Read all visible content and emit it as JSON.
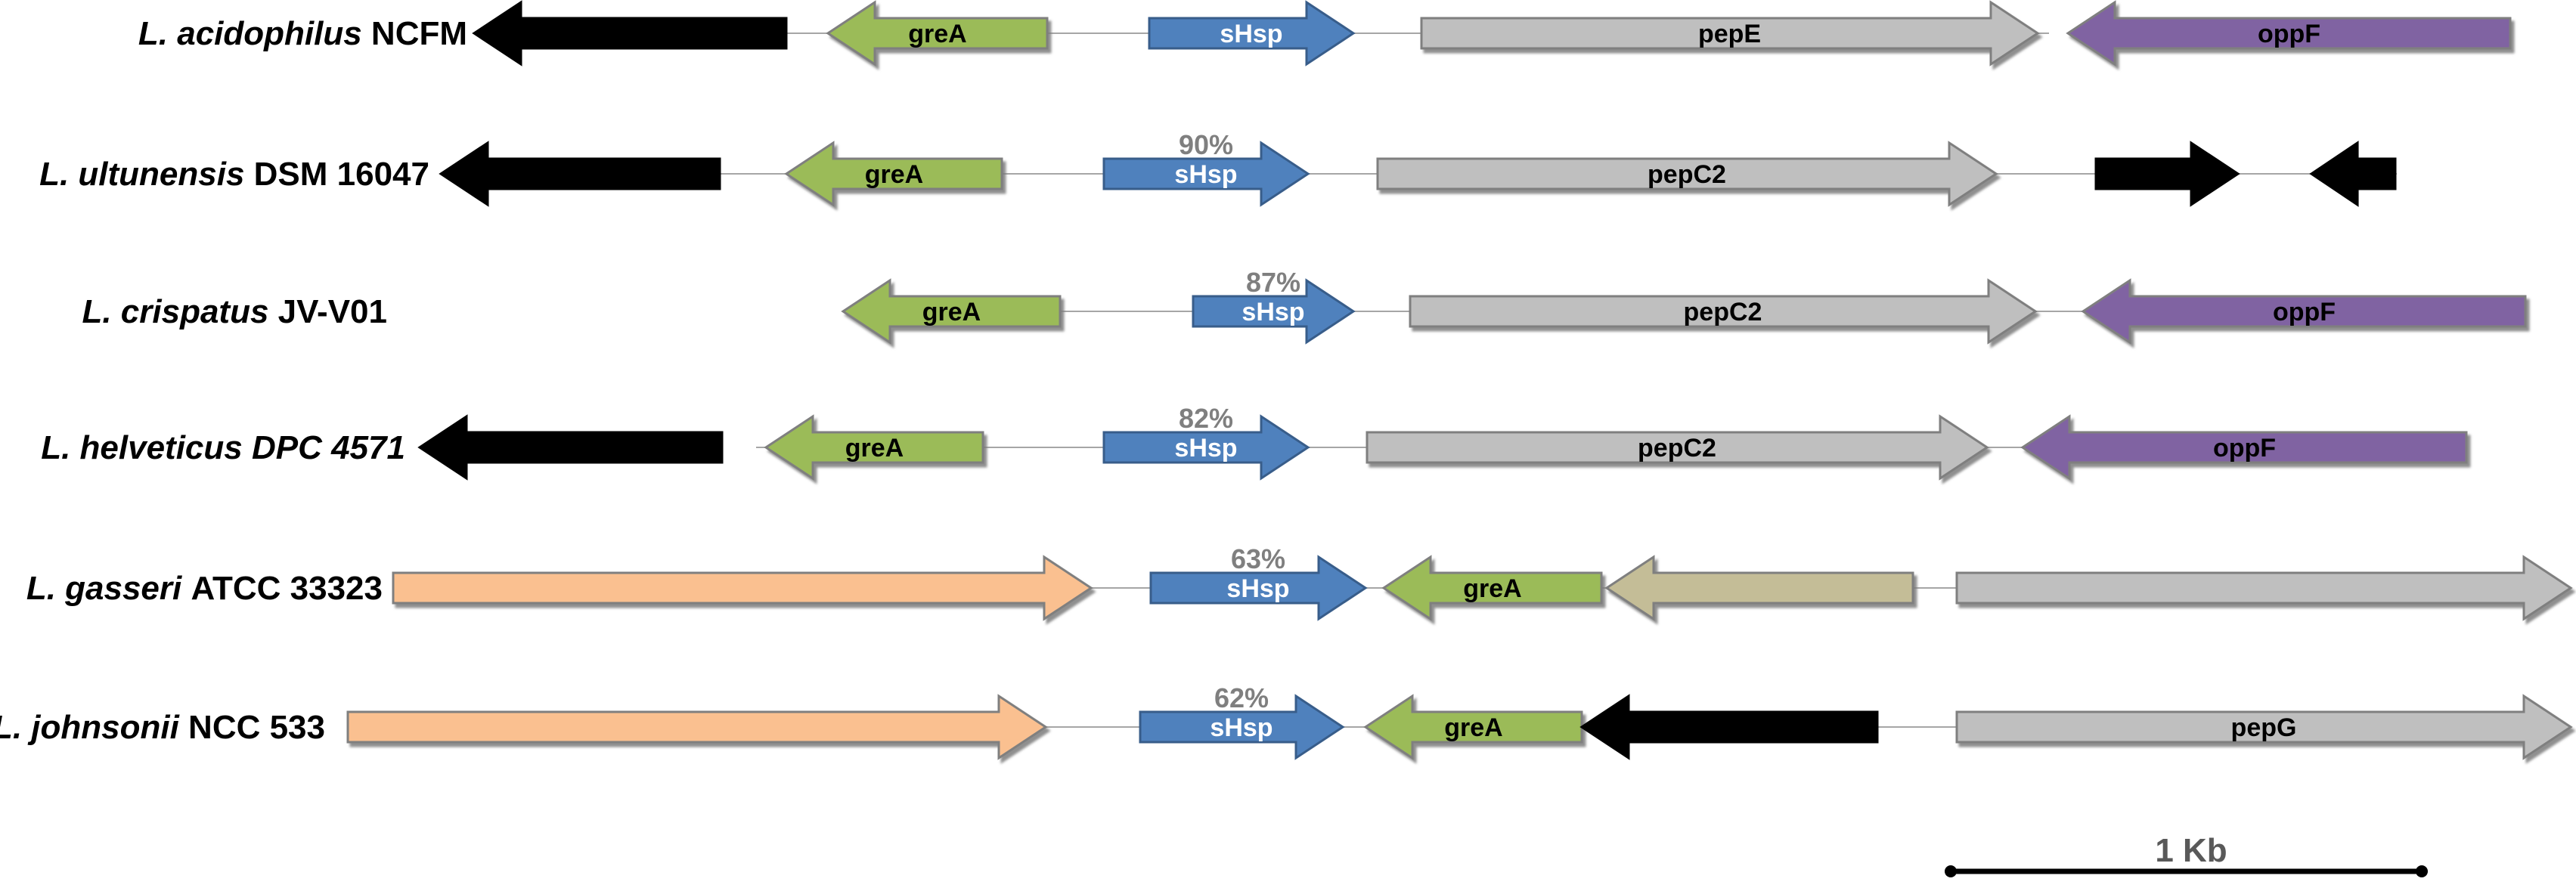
{
  "colors": {
    "sHsp": "#4f81bd",
    "greA": "#9bbb59",
    "pep": "#bfbfbf",
    "oppF": "#8064a2",
    "black": "#000000",
    "salmon": "#fac090",
    "khaki": "#c4bd97",
    "backbone": "#a6a6a6",
    "identity": "#7f7f7f"
  },
  "scale_bar": {
    "label": "1 Kb"
  },
  "strains": [
    {
      "species": "L. acidophilus",
      "strain_id": "NCFM",
      "strain_italic": false,
      "identity": "",
      "genes": [
        {
          "label": "",
          "color": "black",
          "direction": "left"
        },
        {
          "label": "greA",
          "color": "greA",
          "direction": "left"
        },
        {
          "label": "sHsp",
          "color": "sHsp",
          "direction": "right"
        },
        {
          "label": "pepE",
          "color": "pep",
          "direction": "right"
        },
        {
          "label": "oppF",
          "color": "oppF",
          "direction": "left"
        }
      ]
    },
    {
      "species": "L. ultunensis",
      "strain_id": "DSM 16047",
      "strain_italic": false,
      "identity": "90%",
      "genes": [
        {
          "label": "",
          "color": "black",
          "direction": "left"
        },
        {
          "label": "greA",
          "color": "greA",
          "direction": "left"
        },
        {
          "label": "sHsp",
          "color": "sHsp",
          "direction": "right"
        },
        {
          "label": "pepC2",
          "color": "pep",
          "direction": "right"
        },
        {
          "label": "",
          "color": "black",
          "direction": "right"
        },
        {
          "label": "",
          "color": "black",
          "direction": "left"
        }
      ]
    },
    {
      "species": "L. crispatus",
      "strain_id": "JV-V01",
      "strain_italic": false,
      "identity": "87%",
      "genes": [
        {
          "label": "greA",
          "color": "greA",
          "direction": "left"
        },
        {
          "label": "sHsp",
          "color": "sHsp",
          "direction": "right"
        },
        {
          "label": "pepC2",
          "color": "pep",
          "direction": "right"
        },
        {
          "label": "oppF",
          "color": "oppF",
          "direction": "left"
        }
      ]
    },
    {
      "species": "L. helveticus",
      "strain_id": "DPC 4571",
      "strain_italic": true,
      "identity": "82%",
      "genes": [
        {
          "label": "",
          "color": "black",
          "direction": "left"
        },
        {
          "label": "greA",
          "color": "greA",
          "direction": "left"
        },
        {
          "label": "sHsp",
          "color": "sHsp",
          "direction": "right"
        },
        {
          "label": "pepC2",
          "color": "pep",
          "direction": "right"
        },
        {
          "label": "oppF",
          "color": "oppF",
          "direction": "left"
        }
      ]
    },
    {
      "species": "L. gasseri",
      "strain_id": "ATCC 33323",
      "strain_italic": false,
      "identity": "63%",
      "genes": [
        {
          "label": "",
          "color": "salmon",
          "direction": "right"
        },
        {
          "label": "sHsp",
          "color": "sHsp",
          "direction": "right"
        },
        {
          "label": "greA",
          "color": "greA",
          "direction": "left"
        },
        {
          "label": "",
          "color": "khaki",
          "direction": "left"
        },
        {
          "label": "",
          "color": "pep",
          "direction": "right"
        }
      ]
    },
    {
      "species": "L. johnsonii",
      "strain_id": "NCC 533",
      "strain_italic": false,
      "identity": "62%",
      "genes": [
        {
          "label": "",
          "color": "salmon",
          "direction": "right"
        },
        {
          "label": "sHsp",
          "color": "sHsp",
          "direction": "right"
        },
        {
          "label": "greA",
          "color": "greA",
          "direction": "left"
        },
        {
          "label": "",
          "color": "black",
          "direction": "left"
        },
        {
          "label": "pepG",
          "color": "pep",
          "direction": "right"
        }
      ]
    }
  ]
}
